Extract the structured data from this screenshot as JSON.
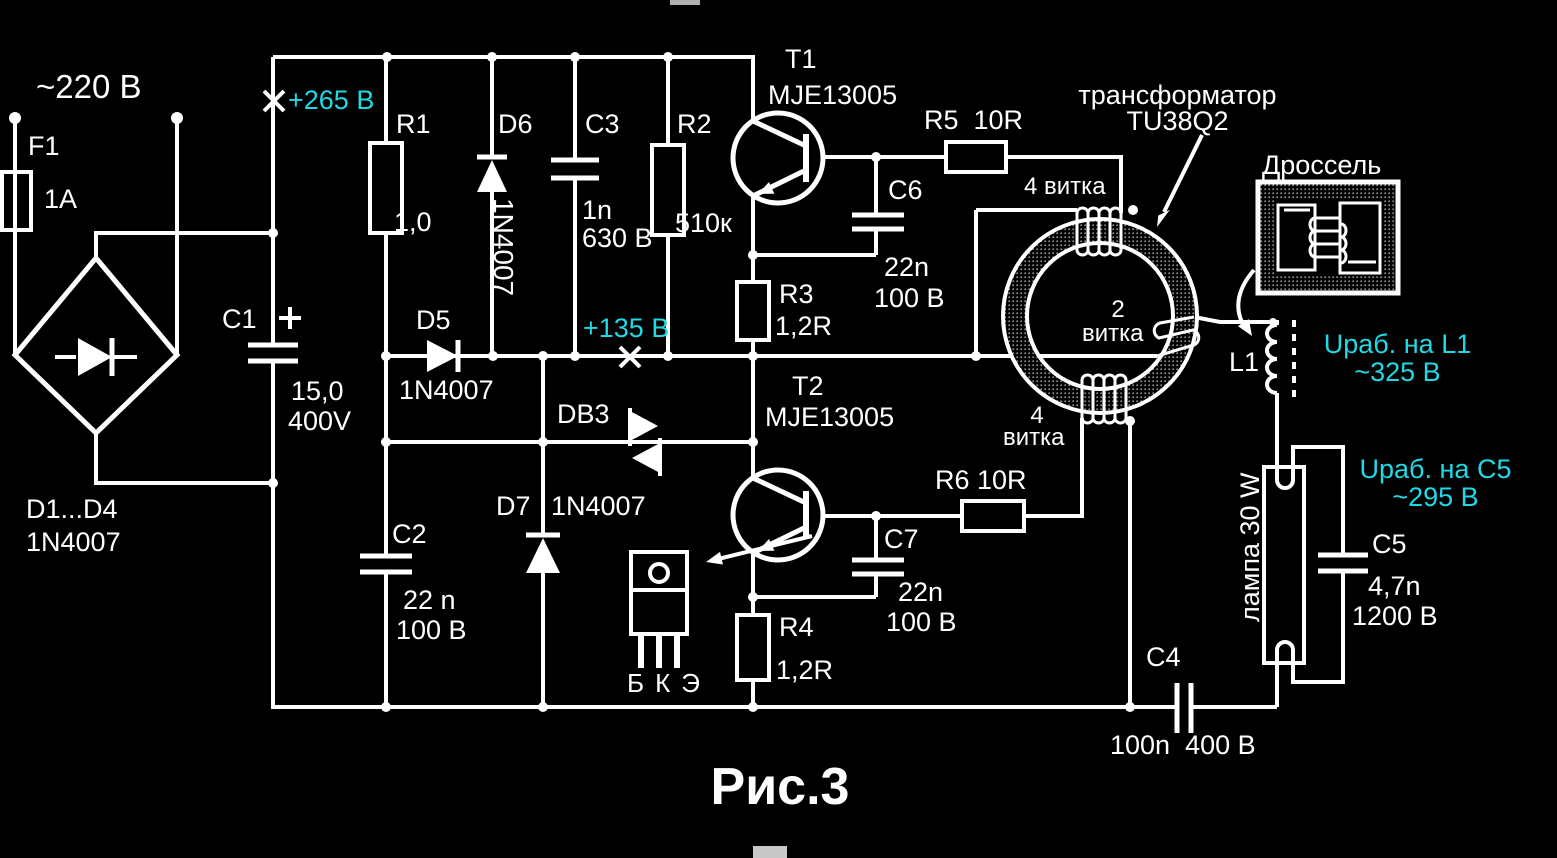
{
  "colors": {
    "background": "#000000",
    "line": "#ffffff",
    "accent_cyan": "#20d9e6"
  },
  "labels": {
    "mains": "~220 В",
    "fuse_name": "F1",
    "fuse_rating": "1A",
    "bridge_name": "D1...D4",
    "bridge_part": "1N4007",
    "tp265": "+265 В",
    "tp135": "+135 В",
    "c1_name": "C1",
    "c1_value": "15,0",
    "c1_voltage": "400V",
    "r1_name": "R1",
    "r1_value": "1,0",
    "d6_name": "D6",
    "d6_part": "1N4007",
    "c3_name": "C3",
    "c3_value": "1n",
    "c3_voltage": "630 В",
    "r2_name": "R2",
    "r2_value": "510к",
    "t1_name": "T1",
    "t1_part": "MJE13005",
    "t2_name": "T2",
    "t2_part": "MJE13005",
    "r5_label": "R5  10R",
    "r6_label": "R6 10R",
    "c6_name": "C6",
    "c6_value": "22n",
    "c6_voltage": "100 В",
    "c7_name": "C7",
    "c7_value": "22n",
    "c7_voltage": "100 В",
    "r3_name": "R3",
    "r3_value": "1,2R",
    "r4_name": "R4",
    "r4_value": "1,2R",
    "d5_name": "D5",
    "d5_part": "1N4007",
    "db3_name": "DB3",
    "d7_name": "D7",
    "d7_part": "1N4007",
    "c2_name": "C2",
    "c2_value": "22 n",
    "c2_voltage": "100 В",
    "pin_b": "Б",
    "pin_k": "К",
    "pin_e": "Э",
    "tr_title1": "трансформатор",
    "tr_title2": "TU38Q2",
    "w_top": "4 витка",
    "w_mid1": "2",
    "w_mid2": "витка",
    "w_bot1": "4",
    "w_bot2": "витка",
    "choke_label": "Дроссель",
    "l1_name": "L1",
    "l1_note1": "Uраб. на L1",
    "l1_note2": "~325 В",
    "lamp_label": "лампа 30 W",
    "c5_name": "C5",
    "c5_value": "4,7n",
    "c5_voltage": "1200 В",
    "c5_note1": "Uраб. на С5",
    "c5_note2": "~295 В",
    "c4_name": "C4",
    "c4_value": "100n  400 В",
    "caption": "Рис.3"
  }
}
